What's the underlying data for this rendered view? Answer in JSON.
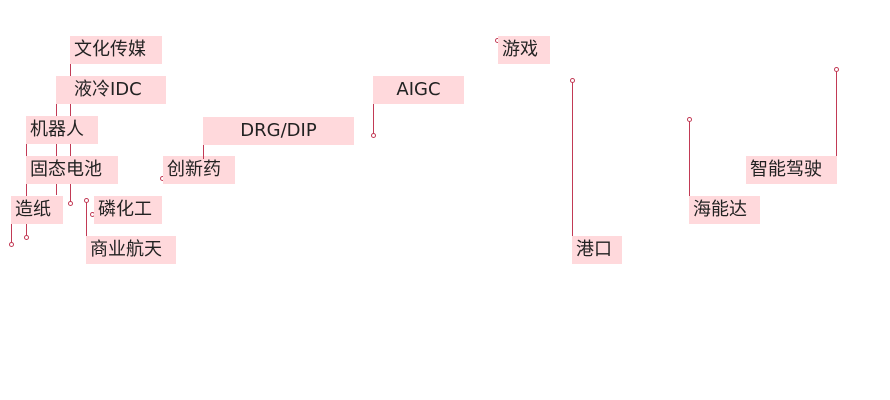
{
  "labels": [
    {
      "key": "wenhua",
      "text": "文化传媒"
    },
    {
      "key": "yeleng",
      "text": "液冷IDC"
    },
    {
      "key": "jiqiren",
      "text": "机器人"
    },
    {
      "key": "gutai",
      "text": "固态电池"
    },
    {
      "key": "zaozhi",
      "text": "造纸"
    },
    {
      "key": "linhua",
      "text": "磷化工"
    },
    {
      "key": "shangye",
      "text": "商业航天"
    },
    {
      "key": "chuangxin",
      "text": "创新药"
    },
    {
      "key": "drg",
      "text": "DRG/DIP"
    },
    {
      "key": "aigc",
      "text": "AIGC"
    },
    {
      "key": "youxi",
      "text": "游戏"
    },
    {
      "key": "gangkou",
      "text": "港口"
    },
    {
      "key": "haineng",
      "text": "海能达"
    },
    {
      "key": "zhineng",
      "text": "智能驾驶"
    }
  ],
  "colors": {
    "tag_fill": "#ffd9dc",
    "leader": "#c23a55",
    "text": "#222222"
  }
}
